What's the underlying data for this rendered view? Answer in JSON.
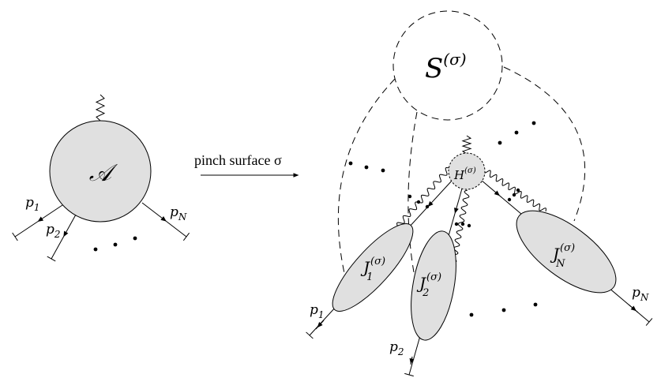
{
  "left": {
    "blob_label": "𝒜",
    "external_labels": [
      {
        "name": "p",
        "sub": "1"
      },
      {
        "name": "p",
        "sub": "2"
      },
      {
        "name": "p",
        "sub": "N"
      }
    ]
  },
  "transition": {
    "label": "pinch surface σ"
  },
  "right": {
    "soft_label": {
      "name": "S",
      "sup": "(σ)"
    },
    "hard_label": {
      "name": "H",
      "sup": "(σ)"
    },
    "jets": [
      {
        "name": "J",
        "sub": "1",
        "sup": "(σ)"
      },
      {
        "name": "J",
        "sub": "2",
        "sup": "(σ)"
      },
      {
        "name": "J",
        "sub": "N",
        "sup": "(σ)"
      }
    ],
    "external_labels": [
      {
        "name": "p",
        "sub": "1"
      },
      {
        "name": "p",
        "sub": "2"
      },
      {
        "name": "p",
        "sub": "N"
      }
    ]
  },
  "colors": {
    "fill": "#e0e0e0",
    "stroke": "#000000"
  }
}
